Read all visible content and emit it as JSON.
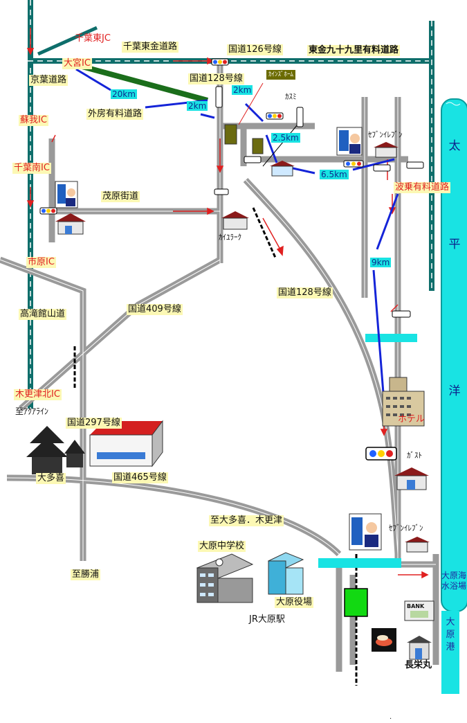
{
  "interchanges": {
    "chiba_higashi_jc": "千葉東JC",
    "omiya_ic": "大宮IC",
    "soga_ic": "蘇我IC",
    "chiba_minami_ic": "千葉南IC",
    "ichihara_ic": "市原IC",
    "kisarazu_kita_ic": "木更津北IC"
  },
  "roads": {
    "chiba_togane": "千葉東金道路",
    "route126": "国道126号線",
    "togane_kujukuri": "東金九十九里有料道路",
    "keiyo": "京葉道路",
    "route128_top": "国道128号線",
    "sotobo": "外房有料道路",
    "mobara_kaido": "茂原街道",
    "route409": "国道409号線",
    "takataki_yamamichi": "高滝館山道",
    "route128_mid": "国道128号線",
    "hasamiari": "波乗有料道路",
    "route297": "国道297号線",
    "route465": "国道465号線"
  },
  "distances": {
    "d20": "20km",
    "d2a": "2km",
    "d2b": "2km",
    "d25": "2.5km",
    "d65": "6.5km",
    "d9": "9km"
  },
  "places": {
    "kainzu": "ｶｲﾝｽﾞﾎｰﾑ",
    "kasumi": "ｶｽﾐ",
    "seven_top": "ｾﾌﾞﾝｲﾚﾌﾞﾝ",
    "kaiyurk": "ｶｲﾕﾗｰｸ",
    "hotel": "ホテル",
    "gusto": "ｶﾞｽﾄ",
    "seven_bottom": "ｾﾌﾞﾝｲﾚﾌﾞﾝ",
    "aqualine": "至ｱｸｱﾗｲﾝ",
    "otaki": "大多喜",
    "to_otaki_kisarazu": "至大多喜．木更津",
    "ohara_jhs": "大原中学校",
    "ohara_office": "大原役場",
    "jr_ohara": "JR大原駅",
    "katsuura": "至勝浦",
    "ohara_beach": "大原海水浴場",
    "ohara_port": "大原港",
    "chouei_maru": "長栄丸",
    "bank": "BANK"
  },
  "ocean": [
    "太",
    "平",
    "洋"
  ],
  "colors": {
    "expressway": "#0b7f7a",
    "road": "#8f8f8f",
    "ocean": "#1fe0e0",
    "route_arrow": "#e02020",
    "distance_line": "#1424d8",
    "label_bg": "#fcf8b4",
    "station": "#12d912"
  },
  "footer": {
    "dot": "."
  }
}
